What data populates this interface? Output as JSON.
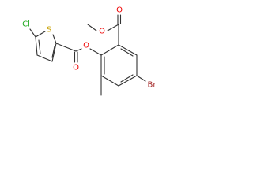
{
  "molecule": {
    "atoms": {
      "cl": "Cl",
      "s": "S",
      "o_ester_carbonyl": "O",
      "o_ester_link": "O",
      "o_methyl_ester_carbonyl": "O",
      "o_methyl_ester_ether": "O",
      "br": "Br"
    },
    "colors": {
      "bond": "#333333",
      "chlorine": "#22aa22",
      "sulfur": "#c8a000",
      "oxygen": "#ee0000",
      "bromine": "#a52a2a"
    }
  }
}
